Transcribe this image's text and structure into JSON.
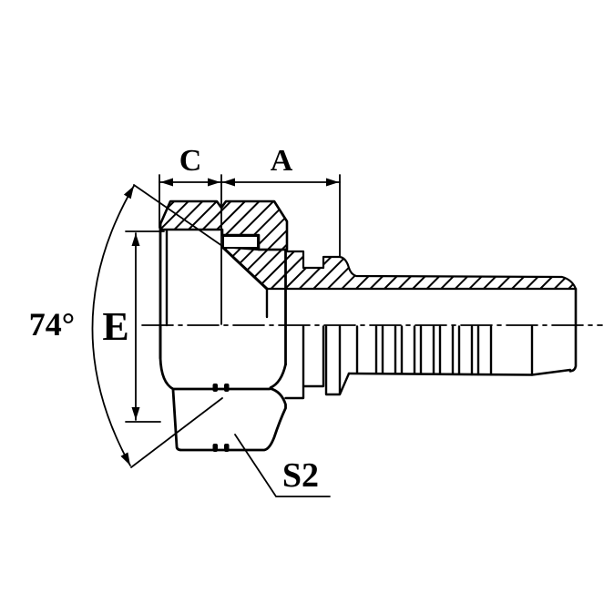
{
  "drawing": {
    "labels": {
      "dim_c": "C",
      "dim_a": "A",
      "angle": "74°",
      "dim_e": "E",
      "hex_size": "S2"
    },
    "colors": {
      "line": "#000000",
      "background": "#ffffff"
    }
  }
}
